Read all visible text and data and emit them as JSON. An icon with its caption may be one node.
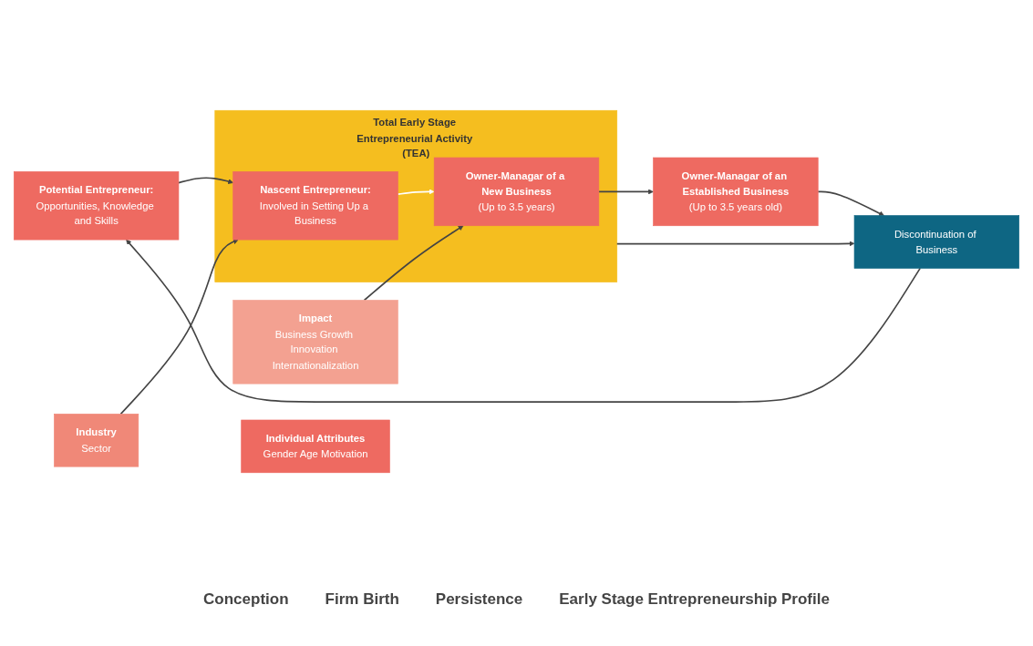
{
  "diagram": {
    "nodes": [
      {
        "text": [
          "Discontinuation of Business"
        ]
      },
      {
        "text": [
          "Total Early Stage Entrepreneurial Activity (TEA)"
        ]
      },
      {
        "text": [
          "Potential Entrepreneur:",
          "Opportunities, Knowledge and Skills"
        ]
      },
      {
        "text": [
          "Nascent Entrepreneur:",
          "Involved in Setting Up a Business"
        ],
        "in": 1
      },
      {
        "text": [
          "Owner-Managar of a New Business",
          "(Up to 3.5 years)"
        ],
        "in": 1
      },
      {
        "text": [
          "Owner-Managar of an Established Business",
          "(Up to 3.5 years old)"
        ]
      },
      {
        "text": [
          "Individual Attributes",
          "Gender Age Motivation"
        ]
      },
      {
        "text": [
          "Industry",
          "Sector"
        ]
      },
      {
        "text": [
          "Impact",
          "Business Growth Innovation Internationalization"
        ]
      }
    ],
    "edges": [
      {
        "from": 0,
        "to": 2,
        "arrow": "to"
      },
      {
        "from": 2,
        "to": 3,
        "arrow": "to"
      },
      {
        "from": 3,
        "to": 4,
        "arrow": "to",
        "color": "#ffffff"
      },
      {
        "from": 4,
        "to": 5,
        "arrow": "to"
      },
      {
        "from": 1,
        "to": 0,
        "arrow": "to"
      },
      {
        "from": 5,
        "to": 0,
        "arrow": "to"
      },
      {
        "from": 7,
        "to": 3,
        "arrow": "to"
      },
      {
        "from": 8,
        "to": 4,
        "arrow": "to"
      }
    ],
    "labels": [
      "Conception",
      "Firm Birth",
      "Persistence",
      "Early Stage Entrepreneurship Profile"
    ]
  }
}
